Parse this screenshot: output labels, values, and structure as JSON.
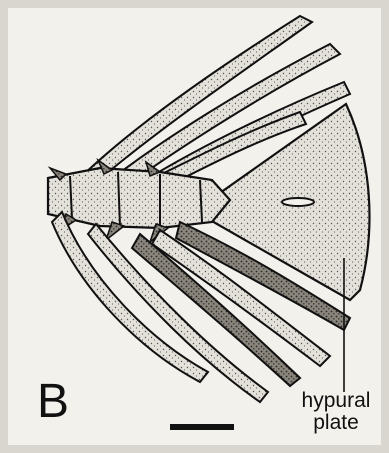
{
  "figure": {
    "panel_label": "B",
    "annotation": {
      "line1": "hypural",
      "line2": "plate"
    },
    "colors": {
      "background": "#d9d6cf",
      "paper": "#f3f1ec",
      "ink": "#111111",
      "bone_fill": "#cfcbc3",
      "dark_fill": "#6e6a64"
    }
  }
}
